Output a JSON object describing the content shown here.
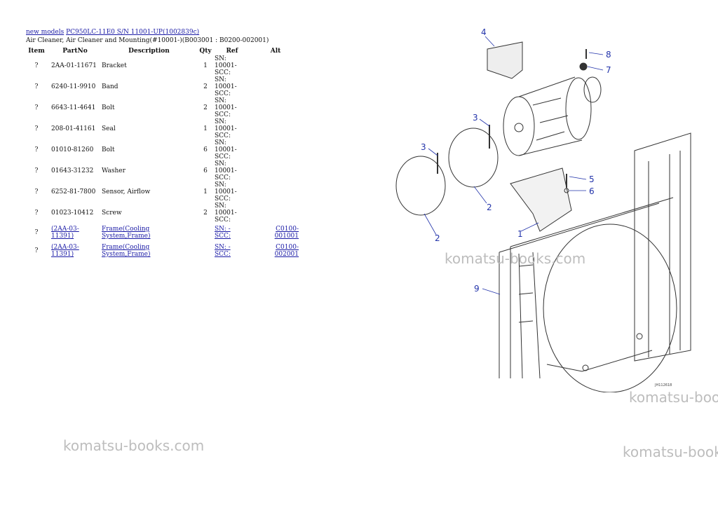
{
  "breadcrumb": {
    "link1": "new models",
    "link2": "PC950LC-11E0 S/N 11001-UP(1002839c)"
  },
  "page_title": "Air Cleaner, Air Cleaner and Mounting(#10001-)(B003001 : B0200-002001)",
  "table": {
    "headers": [
      "Item",
      "PartNo",
      "Description",
      "Qty",
      "Ref",
      "Alt"
    ],
    "rows": [
      {
        "item": "?",
        "part": "2AA-01-11671",
        "desc": "Bracket",
        "qty": "1",
        "ref1": "SN: 10001-",
        "ref2": "SCC:",
        "alt": ""
      },
      {
        "item": "?",
        "part": "6240-11-9910",
        "desc": "Band",
        "qty": "2",
        "ref1": "SN: 10001-",
        "ref2": "SCC:",
        "alt": ""
      },
      {
        "item": "?",
        "part": "6643-11-4641",
        "desc": "Bolt",
        "qty": "2",
        "ref1": "SN: 10001-",
        "ref2": "SCC:",
        "alt": ""
      },
      {
        "item": "?",
        "part": "208-01-41161",
        "desc": "Seal",
        "qty": "1",
        "ref1": "SN: 10001-",
        "ref2": "SCC:",
        "alt": ""
      },
      {
        "item": "?",
        "part": "01010-81260",
        "desc": "Bolt",
        "qty": "6",
        "ref1": "SN: 10001-",
        "ref2": "SCC:",
        "alt": ""
      },
      {
        "item": "?",
        "part": "01643-31232",
        "desc": "Washer",
        "qty": "6",
        "ref1": "SN: 10001-",
        "ref2": "SCC:",
        "alt": ""
      },
      {
        "item": "?",
        "part": "6252-81-7800",
        "desc": "Sensor, Airflow",
        "qty": "1",
        "ref1": "SN: 10001-",
        "ref2": "SCC:",
        "alt": ""
      },
      {
        "item": "?",
        "part": "01023-10412",
        "desc": "Screw",
        "qty": "2",
        "ref1": "SN: 10001-",
        "ref2": "SCC:",
        "alt": ""
      },
      {
        "item": "?",
        "part": "(2AA-03-11391)",
        "desc": "Frame(Cooling System,Frame)",
        "qty": "",
        "ref1": "SN: -",
        "ref2": "SCC:",
        "alt": "C0100-001001",
        "link": true
      },
      {
        "item": "?",
        "part": "(2AA-03-11391)",
        "desc": "Frame(Cooling System,Frame)",
        "qty": "",
        "ref1": "SN: -",
        "ref2": "SCC:",
        "alt": "C0100-002001",
        "link": true
      }
    ]
  },
  "diagram": {
    "callouts": [
      "1",
      "2",
      "2",
      "3",
      "3",
      "4",
      "5",
      "6",
      "7",
      "8",
      "9"
    ],
    "code": "JH112618"
  },
  "watermark": "komatsu-books.com"
}
